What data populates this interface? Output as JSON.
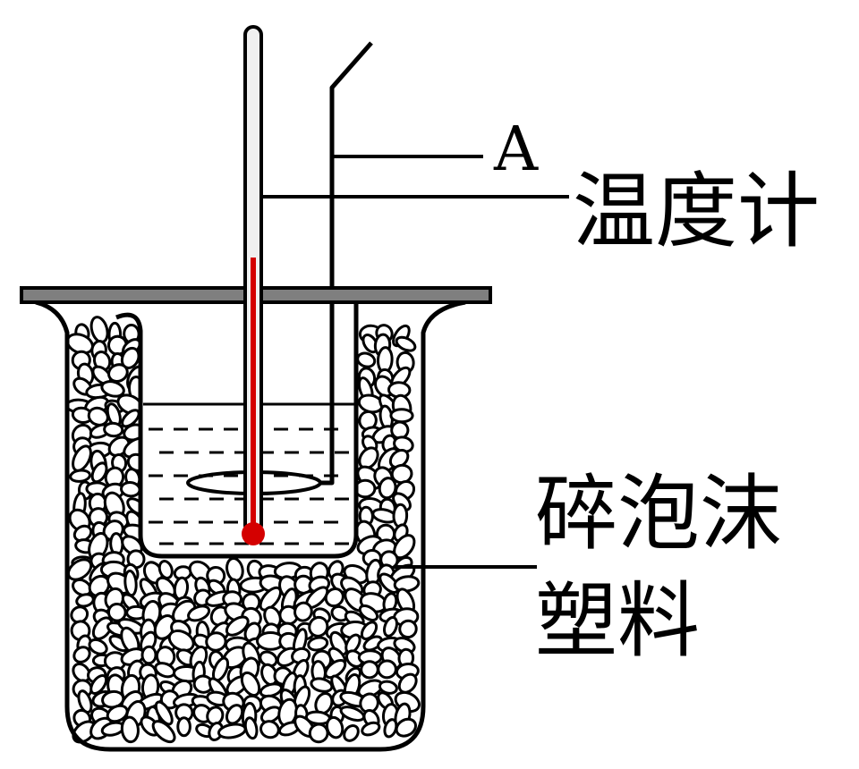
{
  "labels": {
    "stirrer": "A",
    "thermometer": "温度计",
    "foam_line1": "碎泡沫",
    "foam_line2": "塑料"
  },
  "colors": {
    "outline": "#000000",
    "lid": "#7f7f7f",
    "mercury": "#d40000",
    "background": "#ffffff"
  }
}
